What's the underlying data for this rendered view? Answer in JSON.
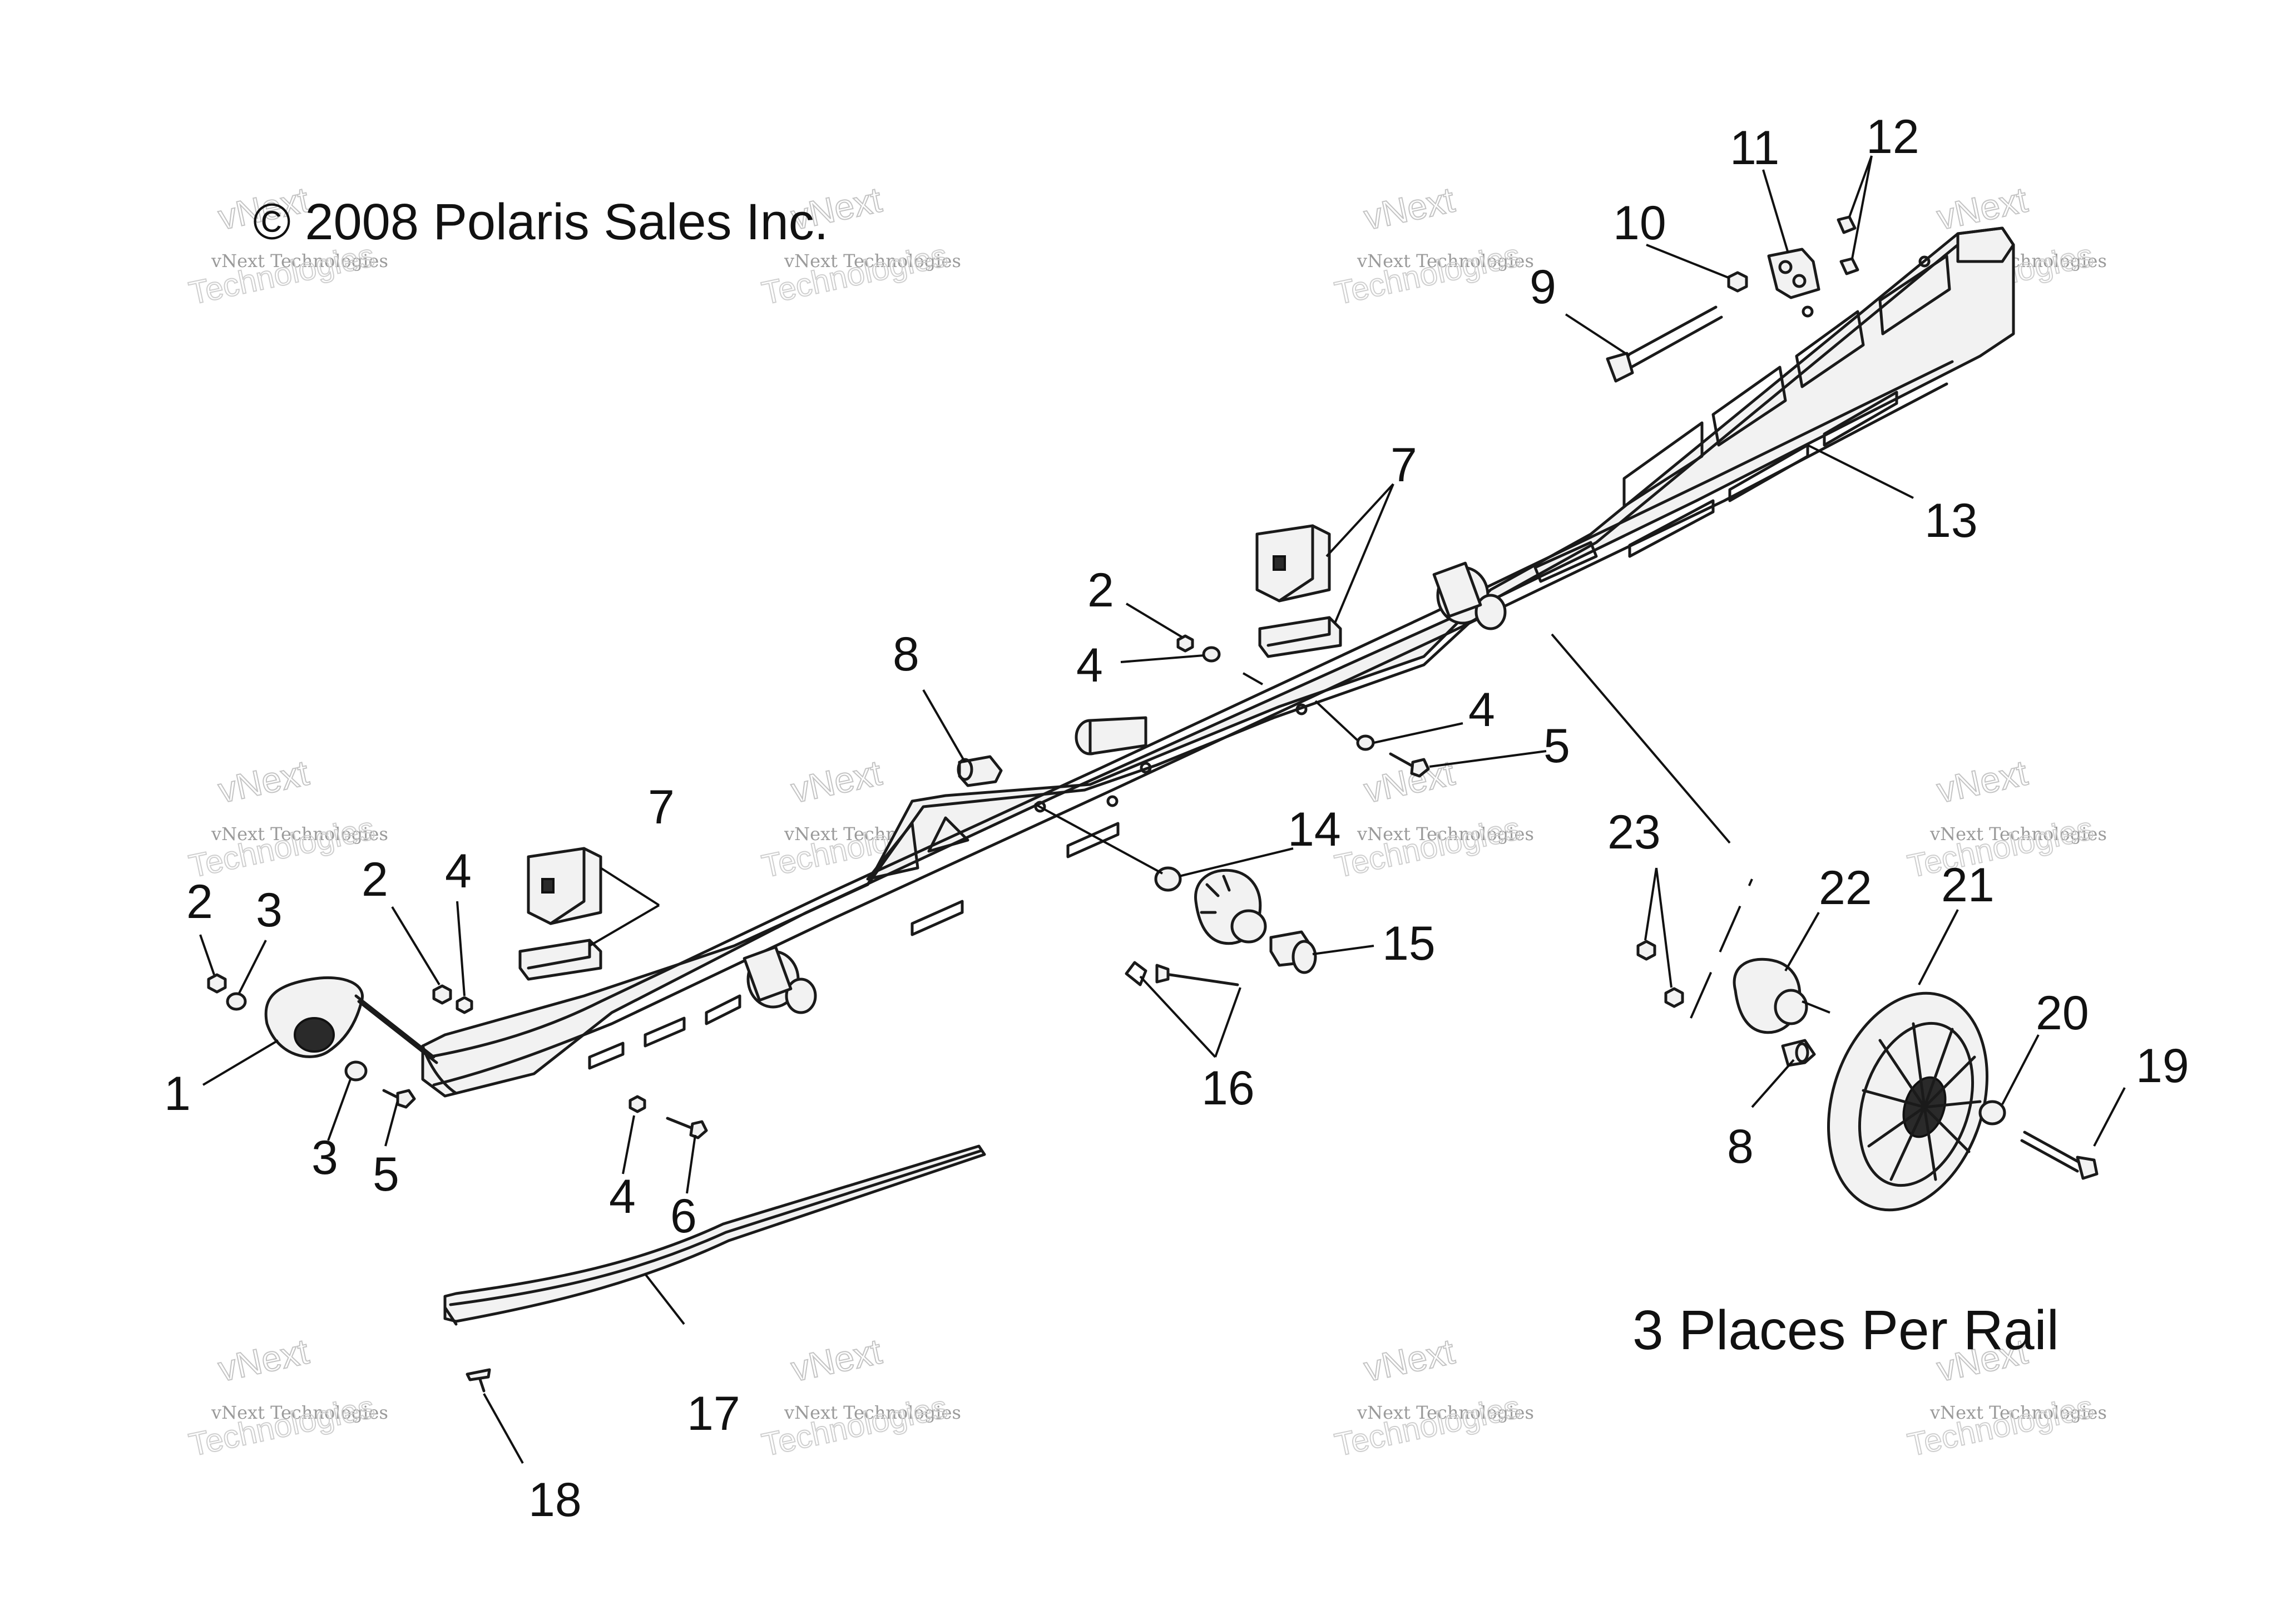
{
  "copyright": "© 2008 Polaris Sales Inc.",
  "note": "3 Places Per Rail",
  "watermark": {
    "small": "vNext Technologies",
    "large_top": "vNext",
    "large_bottom": "Technologies"
  },
  "callouts": {
    "c1": "1",
    "c2a": "2",
    "c2b": "2",
    "c2c": "2",
    "c3a": "3",
    "c3b": "3",
    "c4a": "4",
    "c4b": "4",
    "c4c": "4",
    "c4d": "4",
    "c5a": "5",
    "c5b": "5",
    "c6": "6",
    "c7a": "7",
    "c7b": "7",
    "c8a": "8",
    "c8b": "8",
    "c9": "9",
    "c10": "10",
    "c11": "11",
    "c12": "12",
    "c13": "13",
    "c14": "14",
    "c15": "15",
    "c16": "16",
    "c17": "17",
    "c18": "18",
    "c19": "19",
    "c20": "20",
    "c21": "21",
    "c22": "22",
    "c23": "23"
  },
  "colors": {
    "line": "#1a1a1a",
    "watermark": "#bdbdbd",
    "background": "#ffffff"
  }
}
